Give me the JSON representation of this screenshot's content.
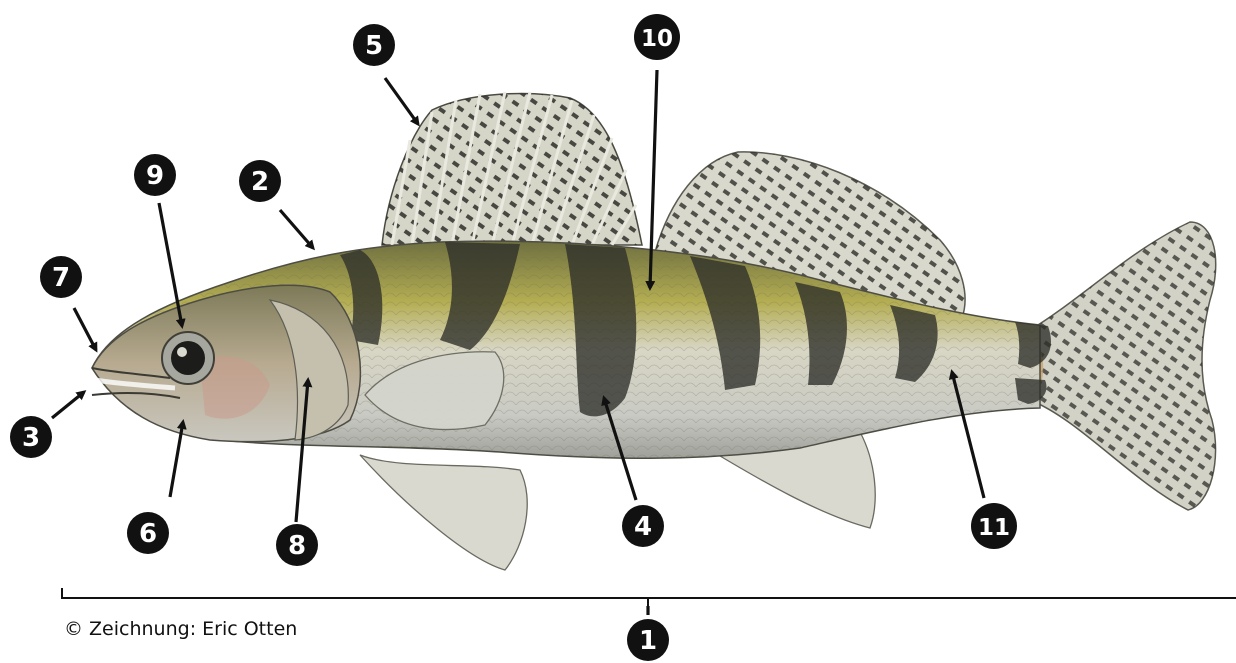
{
  "credit": "© Zeichnung: Eric Otten",
  "colors": {
    "marker_fill": "#111111",
    "marker_text": "#ffffff",
    "body_olive": "#a9a64d",
    "body_silver": "#cfd0c9",
    "band_dark": "#2e2f2a",
    "fin_grey": "#bdbdb5"
  },
  "markers": [
    {
      "id": "1",
      "label": "1"
    },
    {
      "id": "2",
      "label": "2"
    },
    {
      "id": "3",
      "label": "3"
    },
    {
      "id": "4",
      "label": "4"
    },
    {
      "id": "5",
      "label": "5"
    },
    {
      "id": "6",
      "label": "6"
    },
    {
      "id": "7",
      "label": "7"
    },
    {
      "id": "8",
      "label": "8"
    },
    {
      "id": "9",
      "label": "9"
    },
    {
      "id": "10",
      "label": "10"
    },
    {
      "id": "11",
      "label": "11"
    }
  ]
}
